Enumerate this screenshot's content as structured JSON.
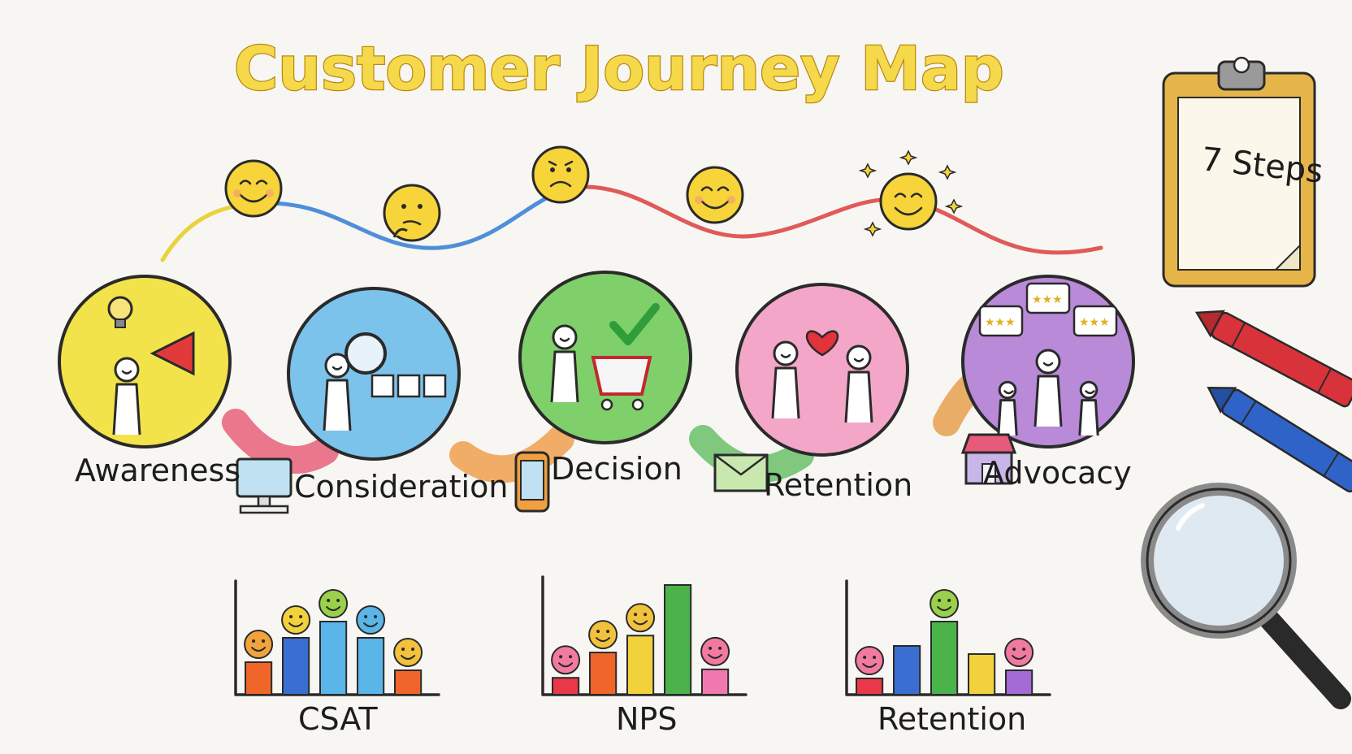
{
  "title": "Customer Journey Map",
  "clipboard": {
    "label": "7 Steps"
  },
  "stages": [
    {
      "label": "Awareness",
      "color": "#f2e34a",
      "mood": "happy",
      "icon": "megaphone-person-icon"
    },
    {
      "label": "Consideration",
      "color": "#7cc3ec",
      "mood": "thinking",
      "icon": "magnifier-compare-icon"
    },
    {
      "label": "Decision",
      "color": "#7fcf6a",
      "mood": "worried",
      "icon": "shopping-cart-check-icon"
    },
    {
      "label": "Retention",
      "color": "#f3a6c8",
      "mood": "content",
      "icon": "handshake-heart-icon"
    },
    {
      "label": "Advocacy",
      "color": "#b98ad8",
      "mood": "delighted",
      "icon": "reviews-crowd-icon"
    }
  ],
  "touchpoints": [
    {
      "icon": "computer-icon"
    },
    {
      "icon": "smartphone-icon"
    },
    {
      "icon": "envelope-icon"
    },
    {
      "icon": "storefront-icon"
    }
  ],
  "metrics": [
    {
      "label": "CSAT",
      "chart_data": {
        "type": "bar",
        "values": [
          4,
          7,
          9,
          7,
          3
        ],
        "colors": [
          "#f0662a",
          "#3a6fd1",
          "#5ab5e8",
          "#5ab5e8",
          "#f0662a"
        ],
        "face_colors": [
          "#f2a33c",
          "#f2d23c",
          "#9ad04a",
          "#5ab5e8",
          "#f2c23c"
        ]
      }
    },
    {
      "label": "NPS",
      "chart_data": {
        "type": "bar",
        "values": [
          2,
          5,
          7,
          13,
          3
        ],
        "colors": [
          "#e8384a",
          "#f0662a",
          "#f2d23c",
          "#4cb34a",
          "#f07ab0"
        ],
        "face_colors": [
          "#f27aa0",
          "#f2c23c",
          "#f2c23c",
          null,
          "#f27aa0"
        ]
      }
    },
    {
      "label": "Retention",
      "chart_data": {
        "type": "bar",
        "values": [
          2,
          6,
          9,
          5,
          3
        ],
        "colors": [
          "#e8384a",
          "#3a6fd1",
          "#4cb34a",
          "#f2d23c",
          "#a46ad6"
        ],
        "face_colors": [
          "#f27aa0",
          null,
          "#9ad04a",
          null,
          "#f27aa0"
        ]
      }
    }
  ]
}
